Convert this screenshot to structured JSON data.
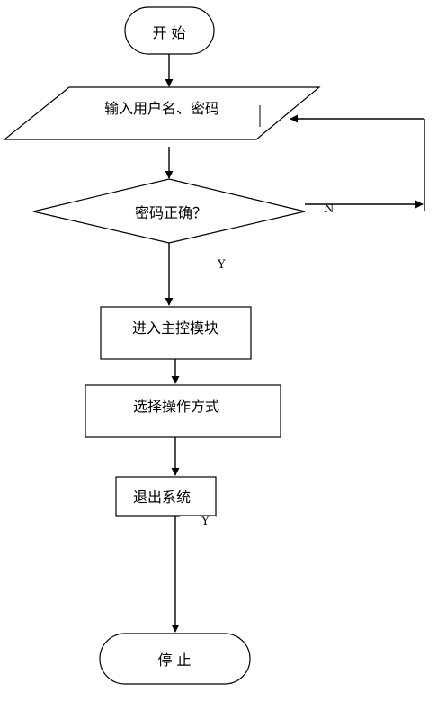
{
  "nodes": {
    "start": "开 始",
    "input": "输入用户名、密码",
    "decision": "密码正确？",
    "main_module": "进入主控模块",
    "select_op": "选择操作方式",
    "exit_system": "退出系统",
    "stop": "停 止"
  },
  "edge_labels": {
    "no": "N",
    "yes": "Y",
    "yes_exit": "Y"
  }
}
